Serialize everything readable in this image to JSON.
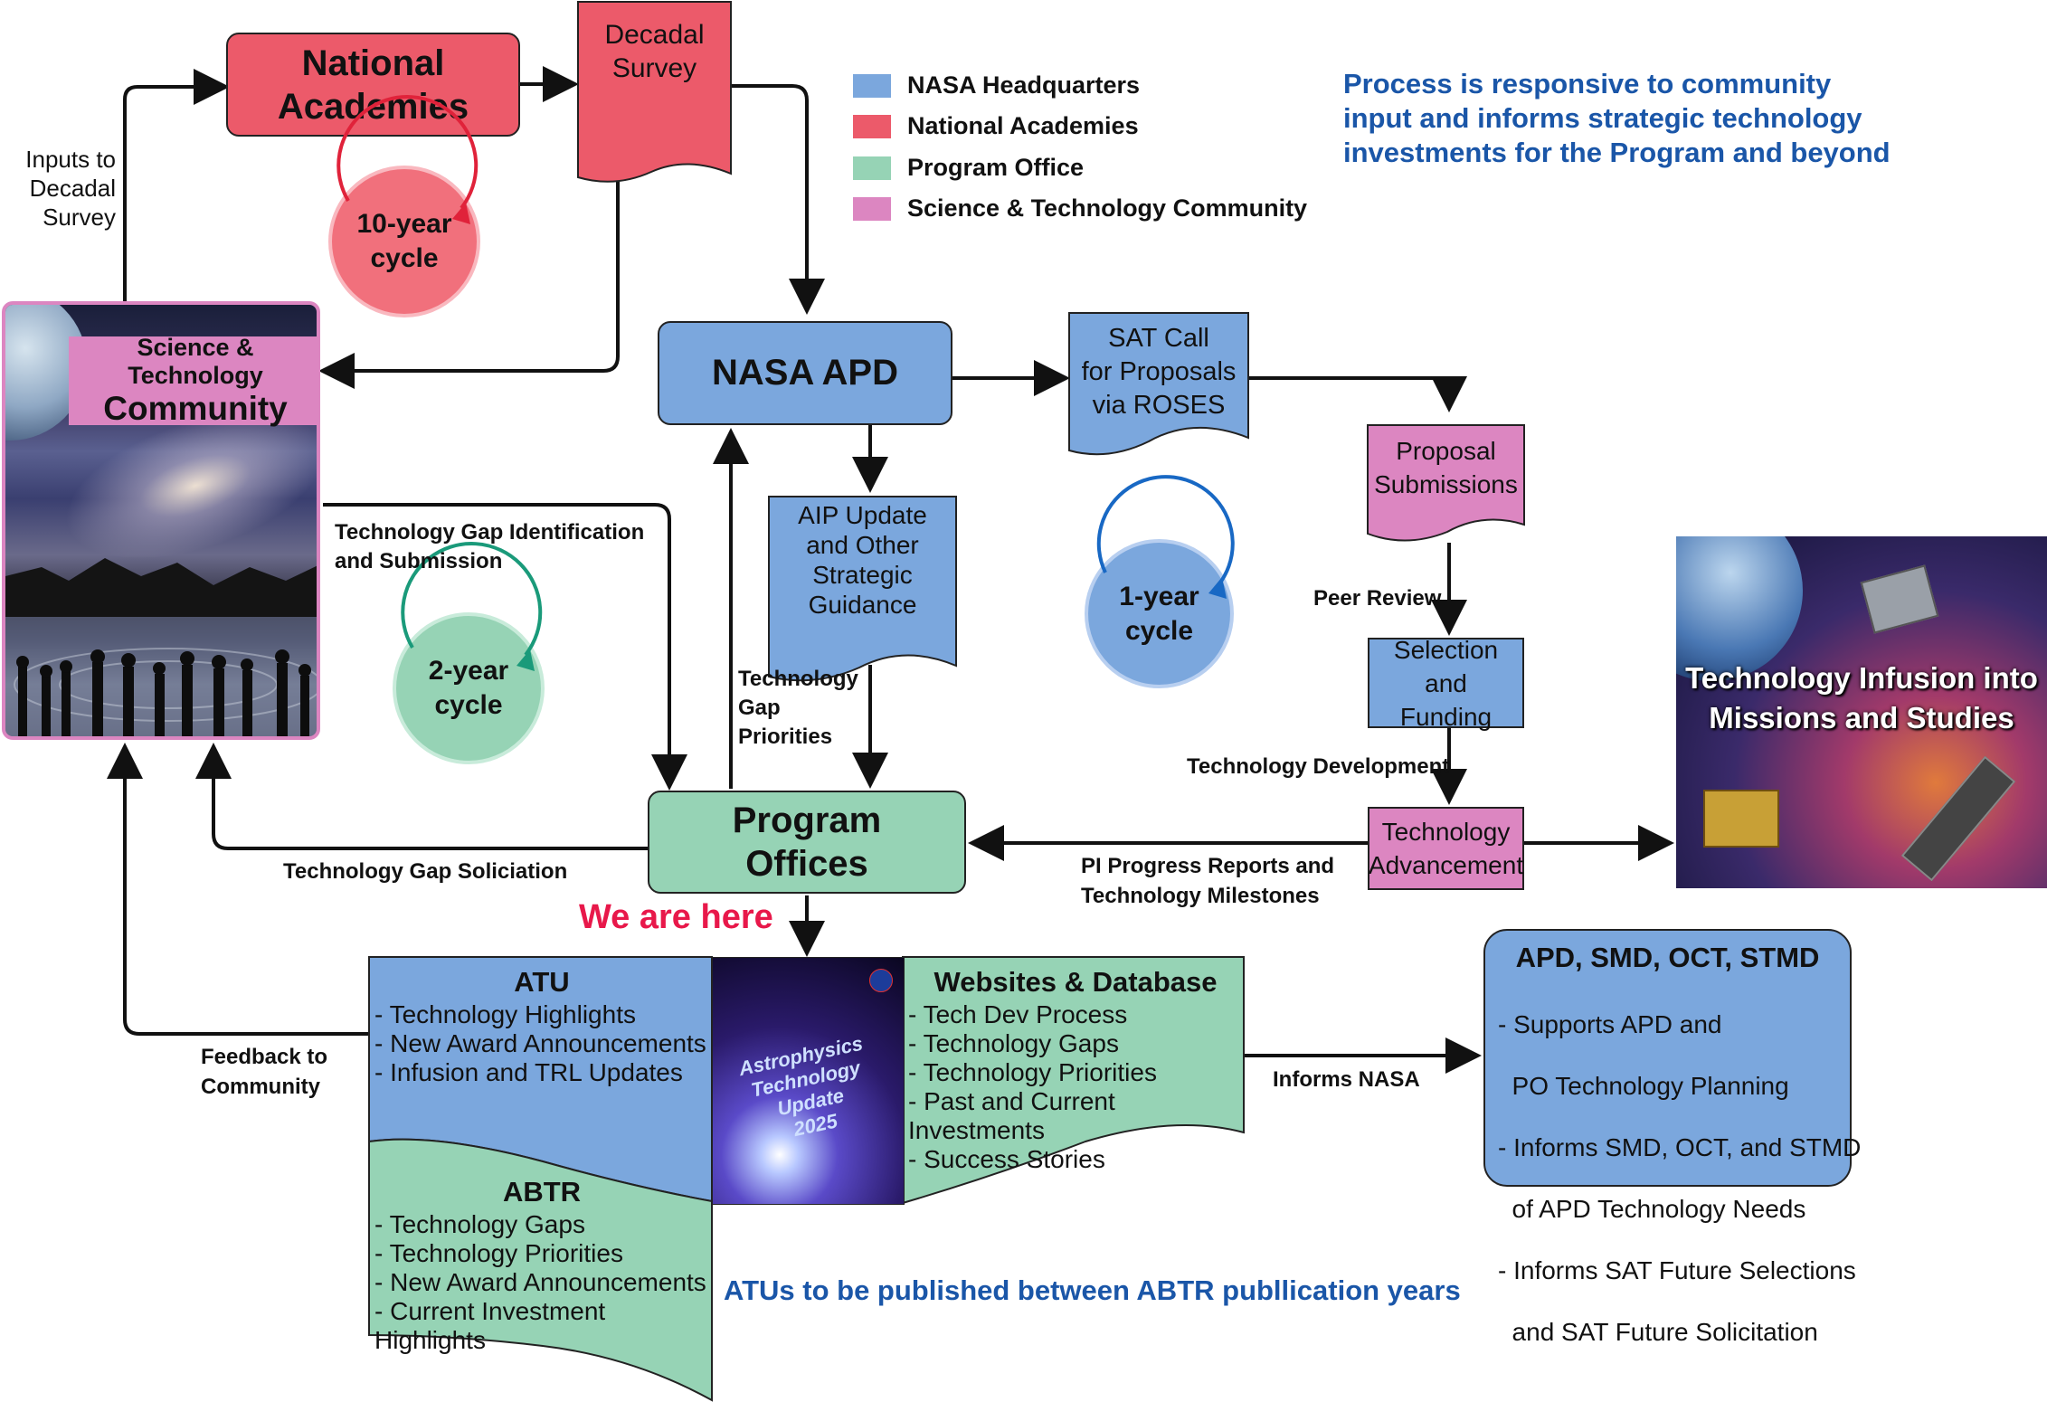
{
  "colors": {
    "nasa_hq": "#7ba7dd",
    "national_academies": "#ec5a6a",
    "program_office": "#96d3b5",
    "community": "#dc86c1",
    "title_blue": "#1a56a8",
    "we_are_here": "#e8184a"
  },
  "legend": [
    {
      "label": "NASA Headquarters",
      "color": "#7ba7dd"
    },
    {
      "label": "National Academies",
      "color": "#ec5a6a"
    },
    {
      "label": "Program Office",
      "color": "#96d3b5"
    },
    {
      "label": "Science & Technology Community",
      "color": "#dc86c1"
    }
  ],
  "headline": {
    "line1": "Process is responsive to community",
    "line2": "input and informs strategic technology",
    "line3": "investments for the Program and beyond"
  },
  "nodes": {
    "national_academies": {
      "line1": "National",
      "line2": "Academies"
    },
    "decadal_survey": {
      "line1": "Decadal",
      "line2": "Survey"
    },
    "community": {
      "line1": "Science & Technology",
      "line2": "Community"
    },
    "nasa_apd": {
      "label": "NASA APD"
    },
    "sat_call": {
      "line1": "SAT Call",
      "line2": "for Proposals",
      "line3": "via ROSES"
    },
    "aip_update": {
      "line1": "AIP Update",
      "line2": "and Other",
      "line3": "Strategic",
      "line4": "Guidance"
    },
    "proposal_submissions": {
      "line1": "Proposal",
      "line2": "Submissions"
    },
    "selection_funding": {
      "line1": "Selection and",
      "line2": "Funding"
    },
    "tech_advancement": {
      "line1": "Technology",
      "line2": "Advancement"
    },
    "program_offices": {
      "line1": "Program",
      "line2": "Offices"
    },
    "infusion_image": {
      "line1": "Technology Infusion into",
      "line2": "Missions and Studies"
    },
    "atu": {
      "title": "ATU",
      "items": [
        "- Technology Highlights",
        "- New Award Announcements",
        "- Infusion and TRL Updates"
      ]
    },
    "abtr": {
      "title": "ABTR",
      "items": [
        "- Technology Gaps",
        "- Technology Priorities",
        "- New Award Announcements",
        "- Current Investment Highlights"
      ]
    },
    "cover": {
      "line1": "Astrophysics",
      "line2": "Technology",
      "line3": "Update",
      "line4": "2025"
    },
    "websites": {
      "title": "Websites & Database",
      "items": [
        "- Tech Dev Process",
        "- Technology Gaps",
        "- Technology Priorities",
        "- Past and Current Investments",
        "- Success Stories"
      ]
    },
    "apd_smd": {
      "title": "APD, SMD, OCT, STMD",
      "items": [
        "- Supports APD and",
        "  PO Technology Planning",
        "- Informs SMD, OCT, and STMD",
        "  of APD Technology Needs",
        "- Informs SAT Future Selections",
        "  and SAT Future Solicitation"
      ]
    }
  },
  "cycles": {
    "ten_year": {
      "line1": "10-year",
      "line2": "cycle",
      "color": "#ec5a6a"
    },
    "two_year": {
      "line1": "2-year",
      "line2": "cycle",
      "color": "#96d3b5"
    },
    "one_year": {
      "line1": "1-year",
      "line2": "cycle",
      "color": "#7ba7dd"
    }
  },
  "edge_labels": {
    "inputs_decadal": {
      "line1": "Inputs to",
      "line2": "Decadal",
      "line3": "Survey"
    },
    "tech_gap_id": {
      "line1": "Technology Gap Identification",
      "line2": "and Submission"
    },
    "tech_gap_priorities": {
      "line1": "Technology",
      "line2": "Gap",
      "line3": "Priorities"
    },
    "peer_review": "Peer Review",
    "tech_development": "Technology Development",
    "pi_progress": {
      "line1": "PI Progress Reports and",
      "line2": "Technology Milestones"
    },
    "tech_gap_solicitation": "Technology Gap Soliciation",
    "feedback": {
      "line1": "Feedback to",
      "line2": "Community"
    },
    "informs_nasa": "Informs NASA"
  },
  "we_are_here": "We are here",
  "footer_note": "ATUs to be published between ABTR publlication years"
}
